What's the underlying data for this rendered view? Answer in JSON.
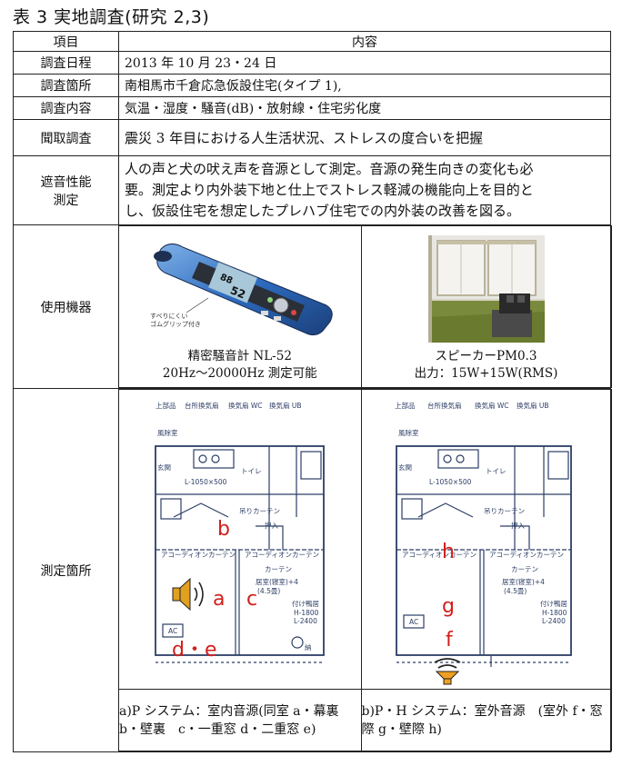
{
  "title": "表 3  実地調査(研究 2,3)",
  "header": {
    "col1": "項目",
    "col2": "内容"
  },
  "rows": [
    {
      "label": "調査日程",
      "value": "2013 年 10 月 23・24 日"
    },
    {
      "label": "調査箇所",
      "value": "南相馬市千倉応急仮設住宅(タイプ 1),"
    },
    {
      "label": "調査内容",
      "value": "気温・湿度・騒音(dB)・放射線・住宅劣化度"
    },
    {
      "label": "聞取調査",
      "value": "震災 3 年目における人生活状況、ストレスの度合いを把握"
    }
  ],
  "sound": {
    "label1": "遮音性能",
    "label2": "測定",
    "line1": "人の声と犬の吠え声を音源として測定。音源の発生向きの変化も必",
    "line2": "要。測定より内外装下地と仕上でストレス軽減の機能向上を目的と",
    "line3": "し、仮設住宅を想定したプレハブ住宅での内外装の改善を図る。"
  },
  "equipment": {
    "label": "使用機器",
    "meter_name": "精密騒音計 NL-52",
    "meter_spec": "20Hz～20000Hz 測定可能",
    "meter_photo_note1": "すべりにくい",
    "meter_photo_note2": "ゴムグリップ付き",
    "meter_display1": "88",
    "meter_display2": "52",
    "speaker_name": "スピーカーPM0.3",
    "speaker_spec": "出力：15W+15W(RMS)"
  },
  "locations": {
    "label": "測定箇所",
    "plan_a_caption": "a)P システム：室内音源(同室 a・幕裏 b・壁裏　c・一重窓 d・二重窓 e)",
    "plan_b_caption": "b)P・H システム：室外音源　(室外 f・窓際 g・壁際 h)",
    "plan_labels": {
      "top": "上部品",
      "kitchen": "台所換気扇",
      "fan_wc": "換気扇 WC",
      "fan_ub": "換気扇 UB",
      "toilet": "トイレ",
      "entrance": "玄関",
      "bath": "風除室",
      "sink": "L-1050×500",
      "curtain1": "吊りカーテン",
      "curtain2": "アコーディオンカーテン",
      "curtain3": "アコーディオンカーテン",
      "curtain4": "カーテン",
      "room": "居室(寝室)+4",
      "room_size": "(4.5畳)",
      "oshiire": "押入",
      "window": "付け鴨居",
      "h1": "H-1800",
      "h2": "L-2400",
      "ac": "AC",
      "post": "納"
    },
    "markers_a": {
      "a": "a",
      "b": "b",
      "c": "c",
      "de": "d・e"
    },
    "markers_b": {
      "f": "f",
      "g": "g",
      "h": "h"
    }
  },
  "colors": {
    "marker": "#d0201c",
    "horn": "#f0a020",
    "border": "#222222"
  }
}
